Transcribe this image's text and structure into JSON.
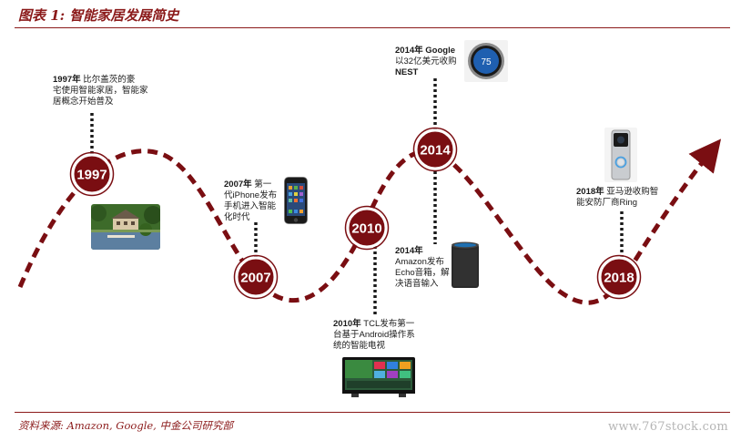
{
  "header": {
    "title": "图表 1: 智能家居发展简史"
  },
  "footer": {
    "source": "资料来源: Amazon, Google, 中金公司研究部",
    "watermark": "www.767stock.com"
  },
  "milestones": [
    {
      "year": "1997"
    },
    {
      "year": "2007"
    },
    {
      "year": "2010"
    },
    {
      "year": "2014"
    },
    {
      "year": "2018"
    }
  ],
  "annotations": {
    "a1997": {
      "bold": "1997年",
      "lines": [
        "比尔盖茨的豪",
        "宅使用智能家居，智能家",
        "居概念开始普及"
      ]
    },
    "a2007": {
      "bold": "2007年",
      "lines": [
        "第一",
        "代iPhone发布",
        "手机进入智能",
        "化时代"
      ]
    },
    "a2010": {
      "bold": "2010年",
      "lines": [
        "TCL发布第一",
        "台基于Android操作系",
        "统的智能电视"
      ]
    },
    "a2014g": {
      "bold": "2014年 Google",
      "lines": [
        "以32亿美元收购",
        "NEST"
      ]
    },
    "a2014a": {
      "bold": "2014年",
      "lines": [
        "Amazon发布",
        "Echo音箱，解",
        "决语音输入"
      ]
    },
    "a2018": {
      "bold": "2018年",
      "lines": [
        "亚马逊收购智",
        "能安防厂商Ring"
      ]
    }
  },
  "images": {
    "mansion": "mansion-photo",
    "iphone": "iphone-photo",
    "tv": "smart-tv-photo",
    "nest": "nest-thermostat-photo",
    "nest_readout": "75",
    "echo": "echo-speaker-photo",
    "ring": "ring-doorbell-photo"
  },
  "colors": {
    "accent": "#7a0e12",
    "title": "#8b1a1a",
    "watermark": "#b5b5b5"
  }
}
